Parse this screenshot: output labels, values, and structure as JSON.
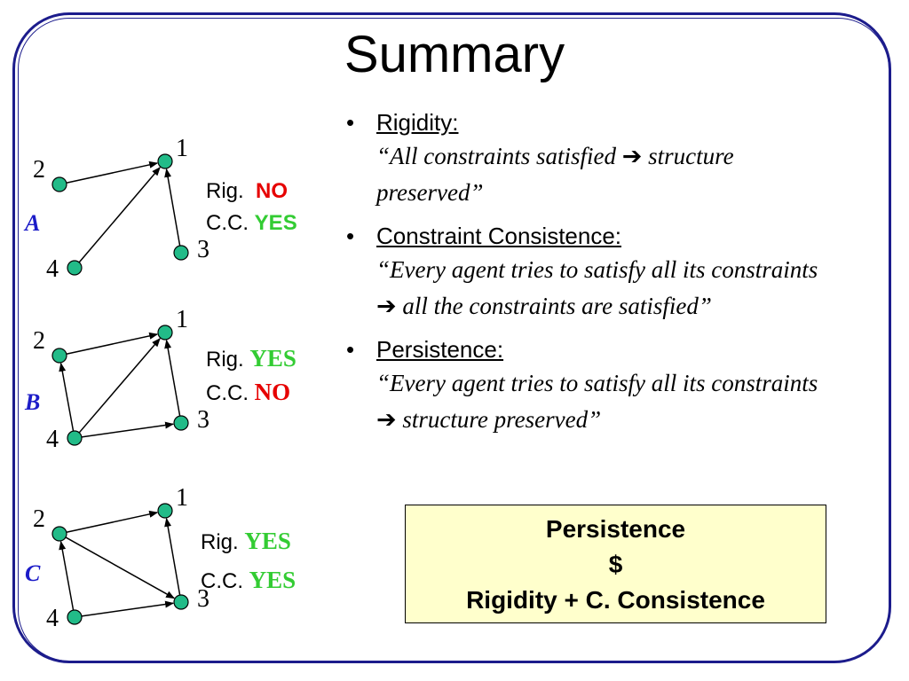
{
  "title": "Summary",
  "graphs": [
    {
      "label": "A",
      "rig_label": "Rig.",
      "rig_value": "NO",
      "rig_color": "#e60000",
      "cc_label": "C.C.",
      "cc_value": "YES",
      "cc_color": "#33cc33",
      "node_labels": [
        "1",
        "2",
        "3",
        "4"
      ],
      "edges": [
        [
          "2",
          "1"
        ],
        [
          "4",
          "1"
        ],
        [
          "3",
          "1"
        ]
      ]
    },
    {
      "label": "B",
      "rig_label": "Rig.",
      "rig_value": "YES",
      "rig_color": "#33cc33",
      "cc_label": "C.C.",
      "cc_value": "NO",
      "cc_color": "#e60000",
      "node_labels": [
        "1",
        "2",
        "3",
        "4"
      ],
      "edges": [
        [
          "2",
          "1"
        ],
        [
          "4",
          "1"
        ],
        [
          "3",
          "1"
        ],
        [
          "4",
          "2"
        ],
        [
          "4",
          "3"
        ]
      ]
    },
    {
      "label": "C",
      "rig_label": "Rig.",
      "rig_value": "YES",
      "rig_color": "#33cc33",
      "cc_label": "C.C.",
      "cc_value": "YES",
      "cc_color": "#33cc33",
      "node_labels": [
        "1",
        "2",
        "3",
        "4"
      ],
      "edges": [
        [
          "2",
          "1"
        ],
        [
          "3",
          "1"
        ],
        [
          "2",
          "3"
        ],
        [
          "4",
          "3"
        ],
        [
          "4",
          "2"
        ]
      ]
    }
  ],
  "bullets": [
    {
      "heading": "Rigidity:",
      "quote_parts": [
        "“All constraints satisfied ",
        " structure preserved”"
      ]
    },
    {
      "heading": "Constraint Consistence:",
      "quote_parts": [
        "“Every agent tries to satisfy all its constraints ",
        " all the constraints are satisfied”"
      ]
    },
    {
      "heading": "Persistence:",
      "quote_parts": [
        "“Every agent tries to satisfy all its constraints ",
        " structure preserved”"
      ]
    }
  ],
  "box": {
    "line1": "Persistence",
    "line2": "$",
    "line3": "Rigidity + C. Consistence"
  },
  "colors": {
    "frame": "#1c1c8c",
    "node_fill": "#22bb88",
    "graph_label": "#1c1cc8",
    "box_fill": "#ffffcc"
  },
  "icons": {
    "bullet": "bullet-dot",
    "arrow": "right-arrow-icon"
  }
}
